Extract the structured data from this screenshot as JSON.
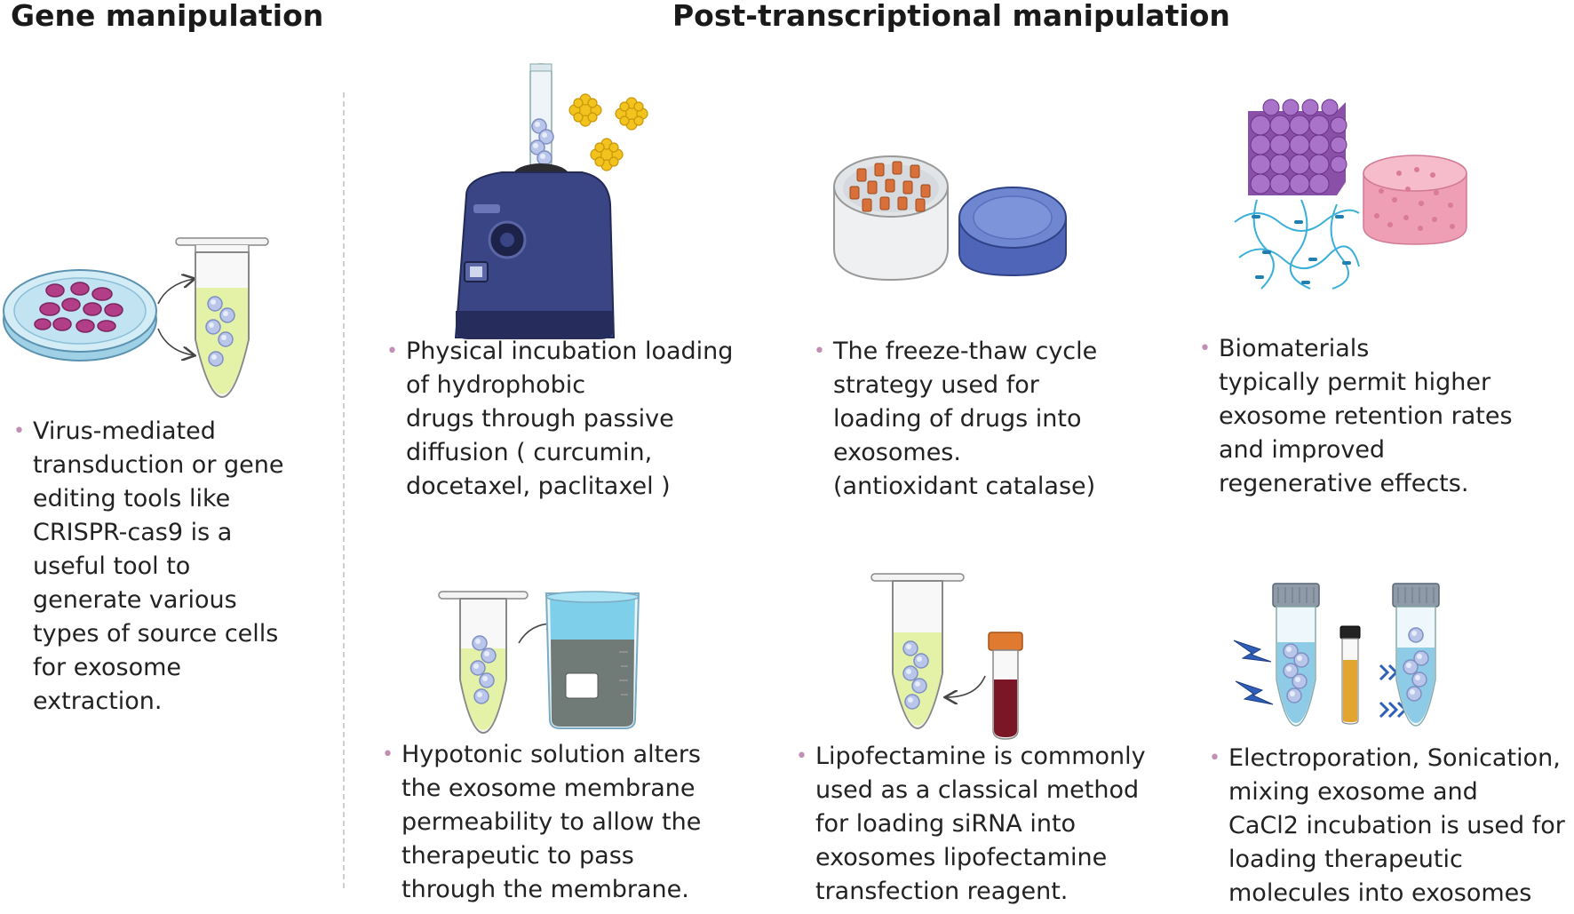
{
  "headers": {
    "left": "Gene manipulation",
    "right": "Post-transcriptional manipulation"
  },
  "captions": {
    "gene": [
      "Virus-mediated",
      "transduction or gene",
      "editing tools like",
      "CRISPR-cas9 is a",
      "useful tool to",
      "generate various",
      "types of source cells",
      "for exosome",
      "extraction."
    ],
    "incubation": [
      "Physical incubation loading",
      "of hydrophobic",
      "drugs through passive",
      "diffusion ( curcumin,",
      "docetaxel, paclitaxel )"
    ],
    "freeze": [
      "The freeze-thaw cycle",
      "strategy used for",
      "loading of drugs into",
      "exosomes.",
      "(antioxidant catalase)"
    ],
    "biomaterials": [
      "Biomaterials",
      "typically permit higher",
      "exosome retention rates",
      "and improved",
      "regenerative effects."
    ],
    "hypotonic": [
      "Hypotonic solution alters",
      "the exosome membrane",
      "permeability to allow the",
      "therapeutic to pass",
      "through the membrane."
    ],
    "lipofectamine": [
      "Lipofectamine is commonly",
      "used as a classical method",
      "for loading siRNA into",
      "exosomes lipofectamine",
      "transfection reagent."
    ],
    "electroporation": [
      "Electroporation, Sonication,",
      "mixing exosome and",
      "CaCl2 incubation is used for",
      "loading therapeutic",
      "molecules into exosomes"
    ]
  },
  "bullet_symbol": "•",
  "icons": [
    "petri-dish-icon",
    "centrifuge-tube-icon",
    "vortex-mixer-icon",
    "curcumin-icon",
    "freeze-thaw-container-icon",
    "biomaterial-scaffold-icon",
    "hydrogel-network-icon",
    "beaker-icon",
    "blood-vial-icon",
    "lightning-icon",
    "sonication-arrows-icon",
    "cacl2-vial-icon"
  ],
  "colors": {
    "bullet": "#c28fb4",
    "exosome": "#b9c6ea",
    "tube_liquid": "#e4f2a8",
    "cells": "#b23e88",
    "device": "#34407a",
    "scaffold": "#9b62b8",
    "divider": "#cfcfcf"
  }
}
